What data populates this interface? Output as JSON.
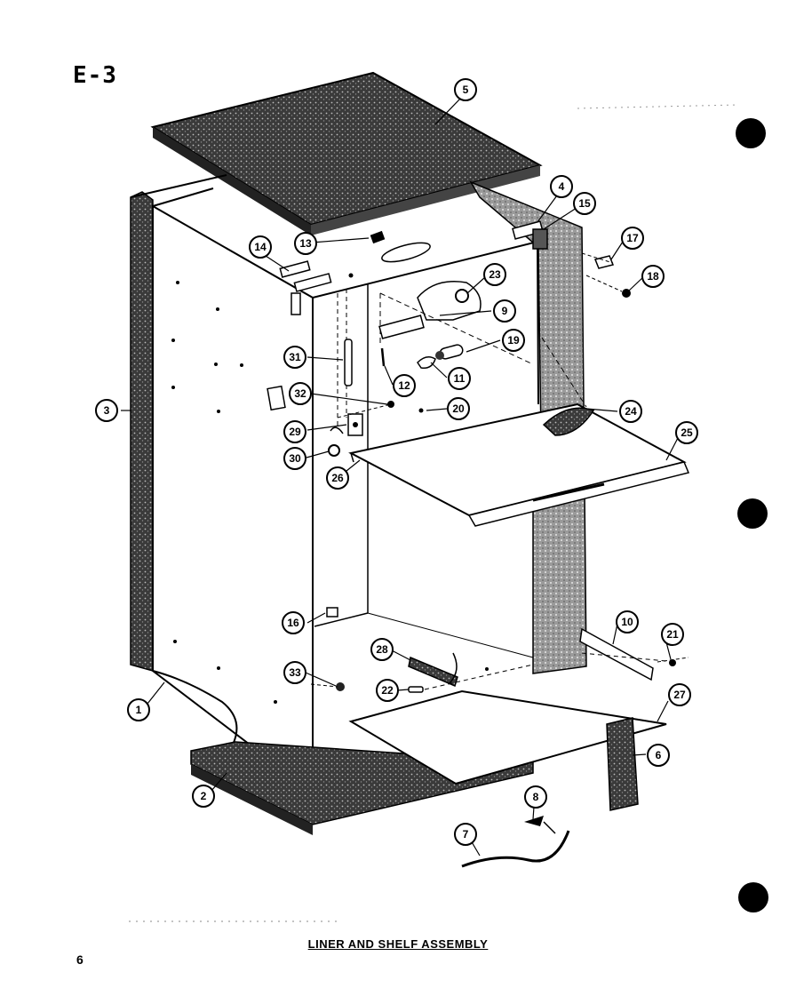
{
  "header": {
    "diagram_code": "E-3"
  },
  "footer": {
    "caption": "LINER AND SHELF ASSEMBLY",
    "page_number": "6"
  },
  "callouts": [
    "1",
    "2",
    "3",
    "4",
    "5",
    "6",
    "7",
    "8",
    "9",
    "10",
    "11",
    "12",
    "13",
    "14",
    "15",
    "16",
    "17",
    "18",
    "19",
    "20",
    "21",
    "22",
    "23",
    "24",
    "25",
    "26",
    "27",
    "28",
    "29",
    "30",
    "31",
    "32",
    "33"
  ]
}
